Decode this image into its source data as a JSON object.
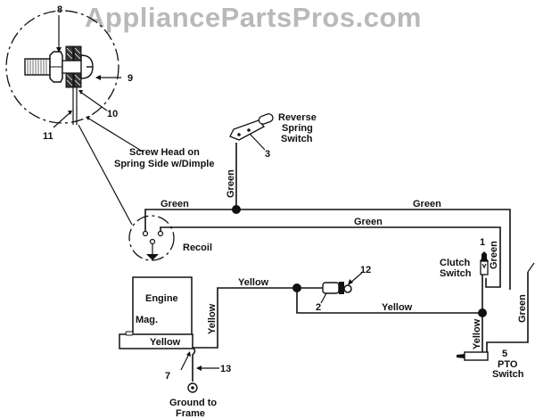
{
  "watermark": "AppliancePartsPros.com",
  "callouts": {
    "n1": "1",
    "n2": "2",
    "n3": "3",
    "n5": "5",
    "n7": "7",
    "n8": "8",
    "n9": "9",
    "n10": "10",
    "n11": "11",
    "n12": "12",
    "n13": "13"
  },
  "labels": {
    "screw_head_line1": "Screw Head on",
    "screw_head_line2": "Spring Side w/Dimple",
    "reverse_line1": "Reverse",
    "reverse_line2": "Spring",
    "reverse_line3": "Switch",
    "recoil": "Recoil",
    "clutch_line1": "Clutch",
    "clutch_line2": "Switch",
    "pto_line1": "PTO",
    "pto_line2": "Switch",
    "engine": "Engine",
    "mag": "Mag.",
    "ground_line1": "Ground to",
    "ground_line2": "Frame"
  },
  "wires": {
    "green_vertical_reverse": "Green",
    "green_top_left": "Green",
    "green_top_right": "Green",
    "green_second": "Green",
    "green_clutch": "Green",
    "green_pto": "Green",
    "yellow_engine_vertical": "Yellow",
    "yellow_engine_top": "Yellow",
    "yellow_lower": "Yellow",
    "yellow_pto": "Yellow",
    "yellow_mag": "Yellow"
  }
}
